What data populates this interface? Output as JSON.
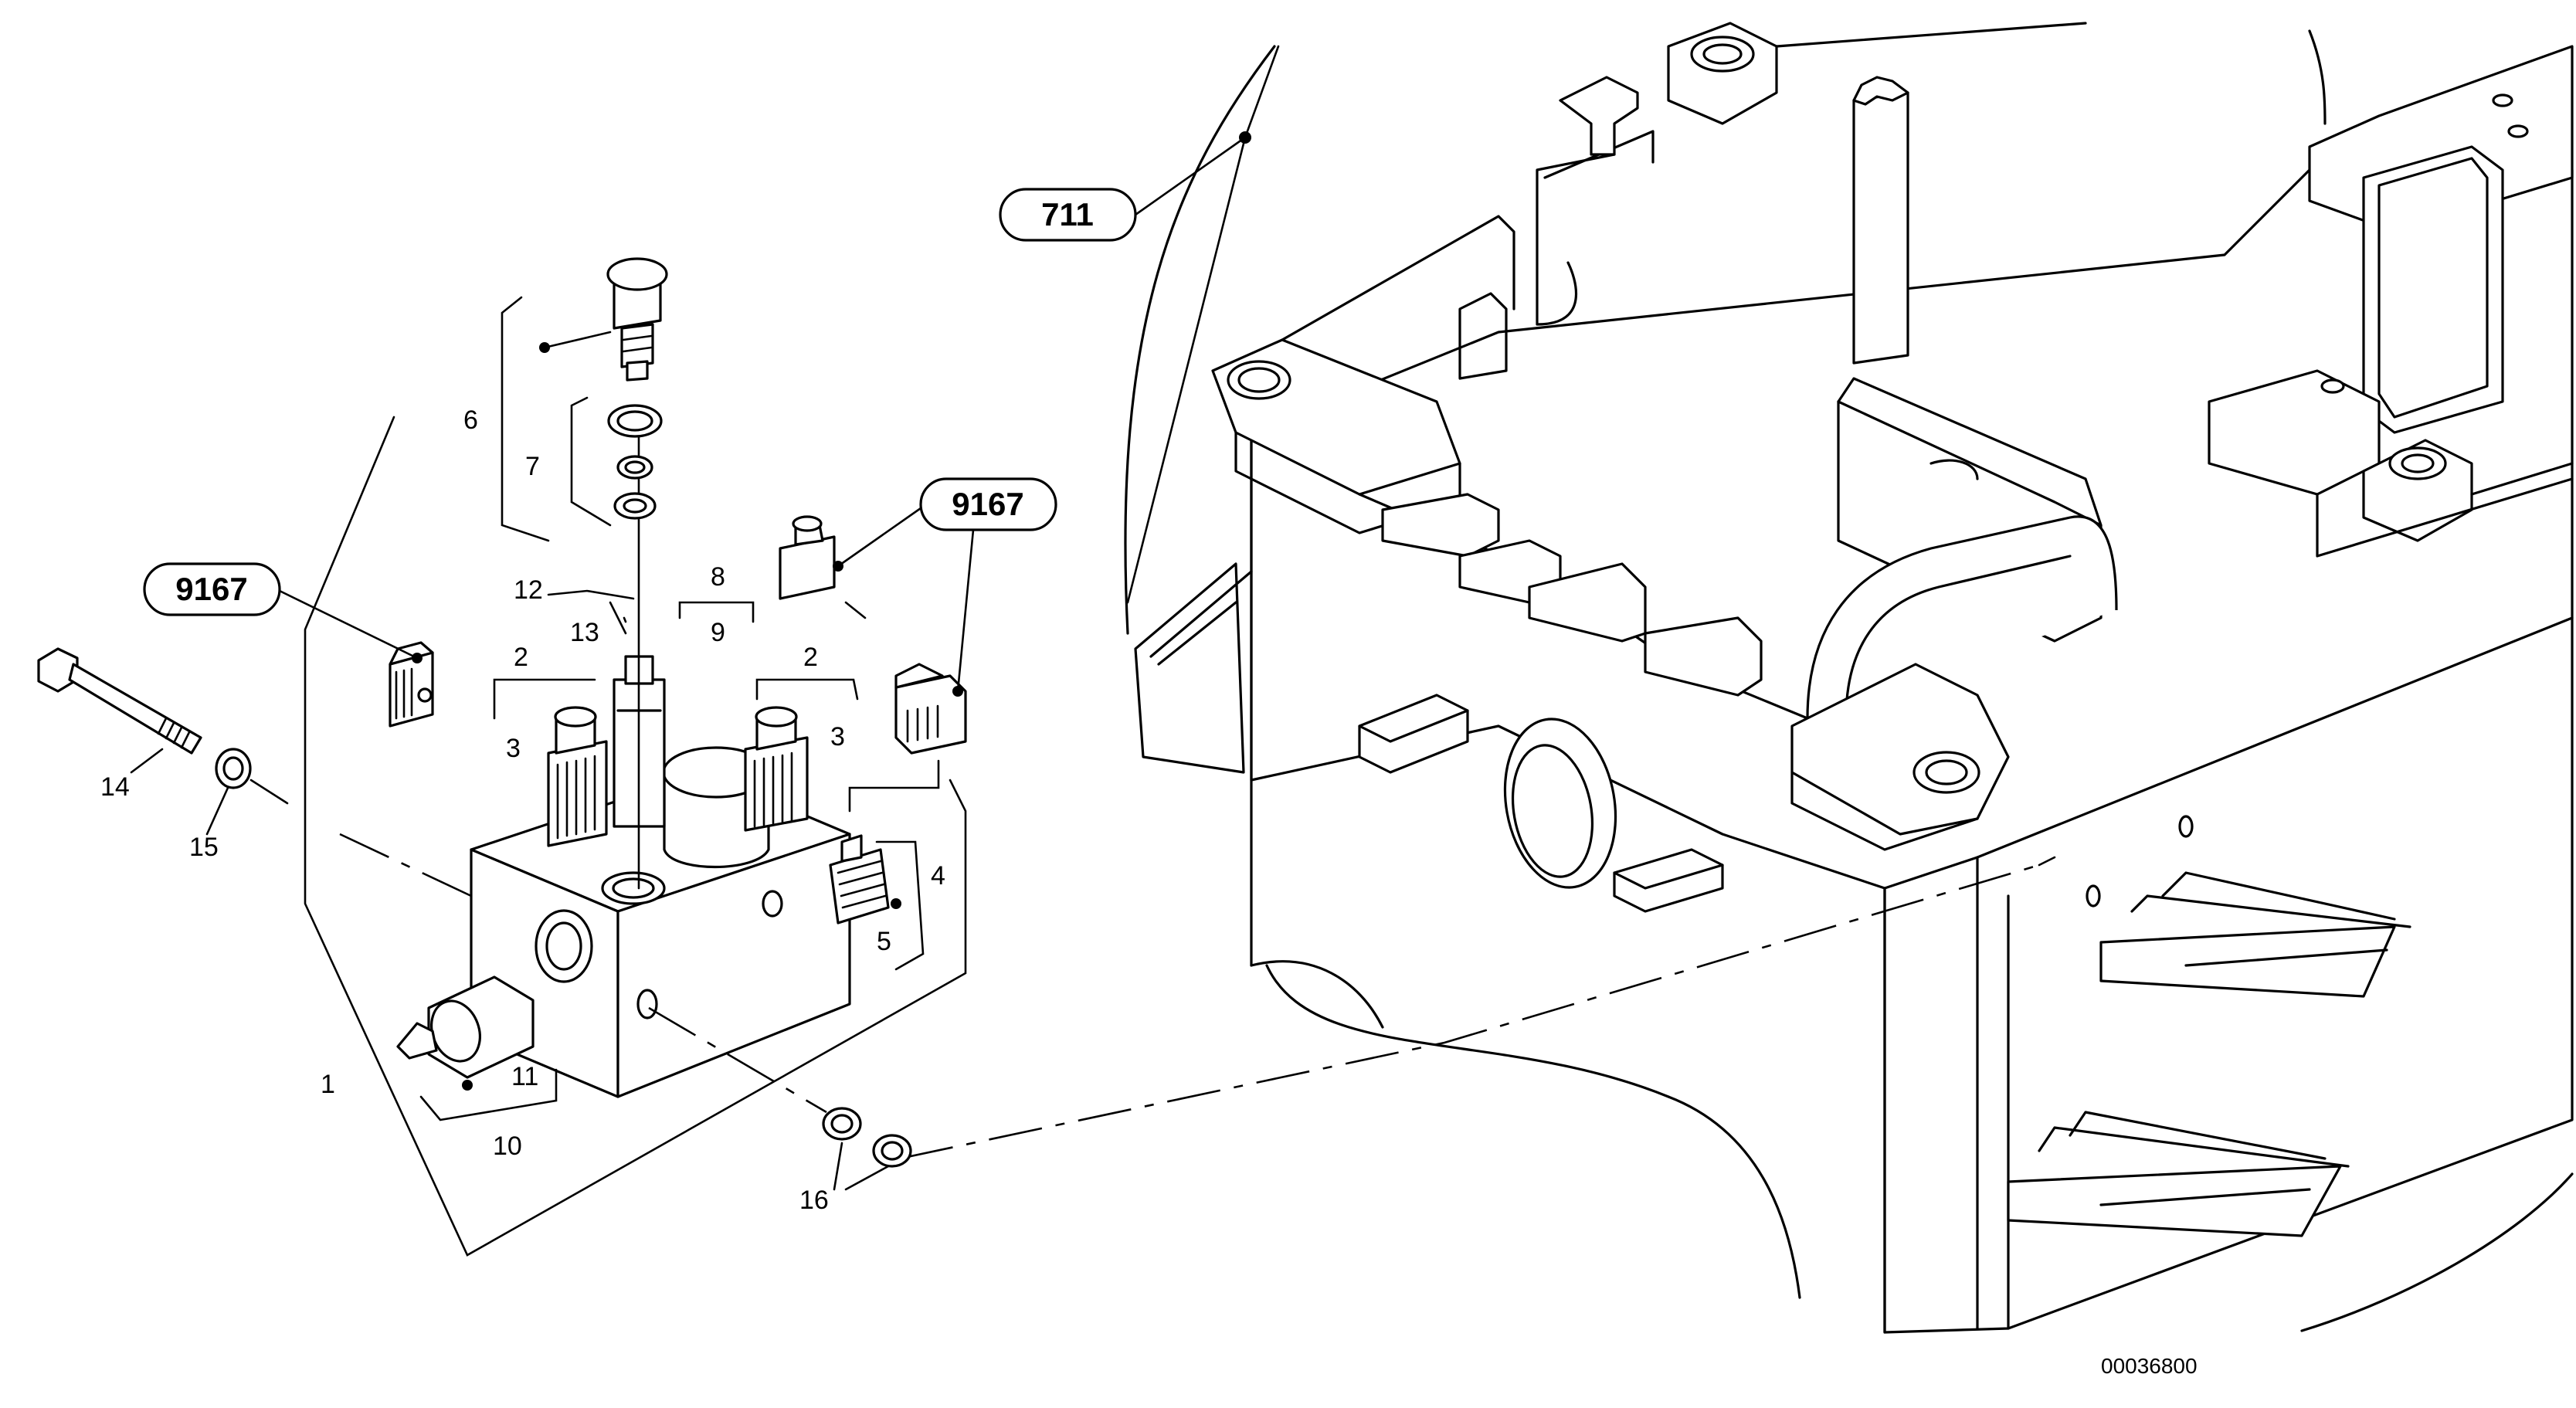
{
  "drawing_number": "00036800",
  "references": [
    {
      "id": "ref-711",
      "text": "711"
    },
    {
      "id": "ref-9167-left",
      "text": "9167"
    },
    {
      "id": "ref-9167-right",
      "text": "9167"
    }
  ],
  "item_labels": [
    "1",
    "2",
    "2",
    "3",
    "3",
    "4",
    "5",
    "6",
    "7",
    "8",
    "9",
    "10",
    "11",
    "12",
    "13",
    "14",
    "15",
    "16"
  ]
}
